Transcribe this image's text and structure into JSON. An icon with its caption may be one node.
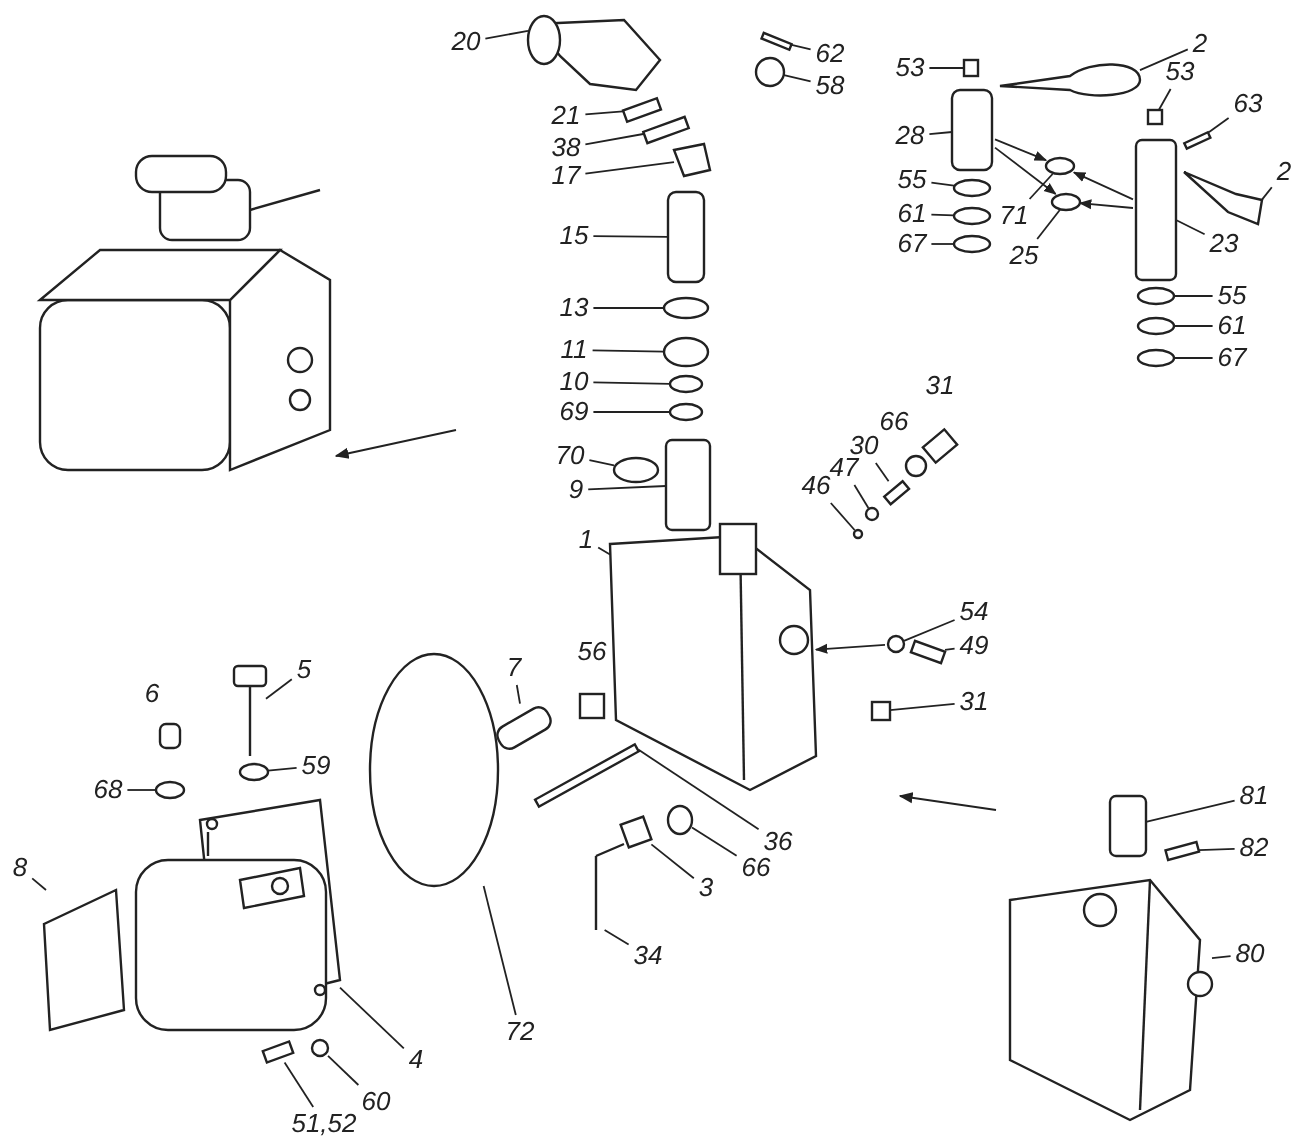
{
  "diagram": {
    "nodes": [
      {
        "text": [
          "20"
        ]
      },
      {
        "text": [
          "62"
        ]
      },
      {
        "text": [
          "58"
        ]
      },
      {
        "text": [
          "21"
        ]
      },
      {
        "text": [
          "38"
        ]
      },
      {
        "text": [
          "17"
        ]
      },
      {
        "text": [
          "15"
        ]
      },
      {
        "text": [
          "13"
        ]
      },
      {
        "text": [
          "11"
        ]
      },
      {
        "text": [
          "10"
        ]
      },
      {
        "text": [
          "69"
        ]
      },
      {
        "text": [
          "70"
        ]
      },
      {
        "text": [
          "9"
        ]
      },
      {
        "text": [
          "1"
        ]
      },
      {
        "text": [
          "53"
        ]
      },
      {
        "text": [
          "2"
        ]
      },
      {
        "text": [
          "28"
        ]
      },
      {
        "text": [
          "55"
        ]
      },
      {
        "text": [
          "61"
        ]
      },
      {
        "text": [
          "67"
        ]
      },
      {
        "text": [
          "71"
        ]
      },
      {
        "text": [
          "25"
        ]
      },
      {
        "text": [
          "53"
        ]
      },
      {
        "text": [
          "63"
        ]
      },
      {
        "text": [
          "2"
        ]
      },
      {
        "text": [
          "23"
        ]
      },
      {
        "text": [
          "55"
        ]
      },
      {
        "text": [
          "61"
        ]
      },
      {
        "text": [
          "67"
        ]
      },
      {
        "text": [
          "30"
        ]
      },
      {
        "text": [
          "47"
        ]
      },
      {
        "text": [
          "46"
        ]
      },
      {
        "text": [
          "54"
        ]
      },
      {
        "text": [
          "49"
        ]
      },
      {
        "text": [
          "31"
        ]
      },
      {
        "text": [
          "5"
        ]
      },
      {
        "text": [
          "59"
        ]
      },
      {
        "text": [
          "68"
        ]
      },
      {
        "text": [
          "7"
        ]
      },
      {
        "text": [
          "36"
        ]
      },
      {
        "text": [
          "66"
        ]
      },
      {
        "text": [
          "3"
        ]
      },
      {
        "text": [
          "34"
        ]
      },
      {
        "text": [
          "72"
        ]
      },
      {
        "text": [
          "8"
        ]
      },
      {
        "text": [
          "4"
        ]
      },
      {
        "text": [
          "60"
        ]
      },
      {
        "text": [
          "51,52"
        ]
      },
      {
        "text": [
          "81"
        ]
      },
      {
        "text": [
          "82"
        ]
      },
      {
        "text": [
          "80"
        ]
      },
      {
        "text": [
          "31"
        ]
      },
      {
        "text": [
          "66"
        ]
      },
      {
        "text": [
          "56"
        ]
      },
      {
        "text": [
          "6"
        ]
      },
      {
        "text": [],
        "shape": "picture"
      },
      {
        "text": [],
        "shape": "box"
      },
      {
        "text": [],
        "shape": "circle"
      },
      {
        "text": [],
        "shape": "box"
      },
      {
        "text": [],
        "shape": "box"
      },
      {
        "text": [],
        "shape": "picture"
      },
      {
        "text": [],
        "shape": "box"
      },
      {
        "text": [],
        "shape": "circle"
      },
      {
        "text": [],
        "shape": "circle"
      },
      {
        "text": [],
        "shape": "circle"
      },
      {
        "text": [],
        "shape": "circle"
      },
      {
        "text": [],
        "shape": "circle"
      },
      {
        "text": [],
        "shape": "box"
      },
      {
        "text": [],
        "shape": "picture"
      },
      {
        "text": [],
        "shape": "box"
      },
      {
        "text": [],
        "shape": "picture"
      },
      {
        "text": [],
        "shape": "box"
      },
      {
        "text": [],
        "shape": "circle"
      },
      {
        "text": [],
        "shape": "circle"
      },
      {
        "text": [],
        "shape": "circle"
      },
      {
        "text": [],
        "shape": "circle"
      },
      {
        "text": [],
        "shape": "circle"
      },
      {
        "text": [],
        "shape": "box"
      },
      {
        "text": [],
        "shape": "box"
      },
      {
        "text": [],
        "shape": "picture"
      },
      {
        "text": [],
        "shape": "box"
      },
      {
        "text": [],
        "shape": "circle"
      },
      {
        "text": [],
        "shape": "circle"
      },
      {
        "text": [],
        "shape": "circle"
      },
      {
        "text": [],
        "shape": "box"
      },
      {
        "text": [],
        "shape": "circle"
      },
      {
        "text": [],
        "shape": "circle"
      },
      {
        "text": [],
        "shape": "circle"
      },
      {
        "text": [],
        "shape": "box"
      },
      {
        "text": [],
        "shape": "box"
      },
      {
        "text": [],
        "shape": "picture"
      },
      {
        "text": [],
        "shape": "circle"
      },
      {
        "text": [],
        "shape": "circle"
      },
      {
        "text": [],
        "shape": "box"
      },
      {
        "text": [],
        "shape": "box"
      },
      {
        "text": [],
        "shape": "circle"
      },
      {
        "text": [],
        "shape": "box"
      },
      {
        "text": [],
        "shape": "picture"
      },
      {
        "text": [],
        "shape": "circle"
      },
      {
        "text": [],
        "shape": "picture"
      },
      {
        "text": [],
        "shape": "picture"
      },
      {
        "text": [],
        "shape": "circle"
      },
      {
        "text": [],
        "shape": "box"
      },
      {
        "text": [],
        "shape": "box"
      },
      {
        "text": [],
        "shape": "box"
      },
      {
        "text": [],
        "shape": "picture"
      }
    ],
    "edges": [
      {
        "from": 0,
        "to": 55,
        "arrow": "none"
      },
      {
        "from": 1,
        "to": 56,
        "arrow": "none"
      },
      {
        "from": 2,
        "to": 57,
        "arrow": "none"
      },
      {
        "from": 3,
        "to": 58,
        "arrow": "none"
      },
      {
        "from": 4,
        "to": 59,
        "arrow": "none"
      },
      {
        "from": 5,
        "to": 60,
        "arrow": "none"
      },
      {
        "from": 6,
        "to": 61,
        "arrow": "none"
      },
      {
        "from": 7,
        "to": 62,
        "arrow": "none"
      },
      {
        "from": 8,
        "to": 63,
        "arrow": "none"
      },
      {
        "from": 9,
        "to": 64,
        "arrow": "none"
      },
      {
        "from": 10,
        "to": 65,
        "arrow": "none"
      },
      {
        "from": 11,
        "to": 66,
        "arrow": "none"
      },
      {
        "from": 12,
        "to": 67,
        "arrow": "none"
      },
      {
        "from": 13,
        "to": 68,
        "arrow": "none"
      },
      {
        "from": 14,
        "to": 69,
        "arrow": "none"
      },
      {
        "from": 15,
        "to": 70,
        "arrow": "none"
      },
      {
        "from": 16,
        "to": 71,
        "arrow": "none"
      },
      {
        "from": 17,
        "to": 72,
        "arrow": "none"
      },
      {
        "from": 18,
        "to": 73,
        "arrow": "none"
      },
      {
        "from": 19,
        "to": 74,
        "arrow": "none"
      },
      {
        "from": 20,
        "to": 75,
        "arrow": "none"
      },
      {
        "from": 21,
        "to": 76,
        "arrow": "none"
      },
      {
        "from": 22,
        "to": 77,
        "arrow": "none"
      },
      {
        "from": 23,
        "to": 78,
        "arrow": "none"
      },
      {
        "from": 24,
        "to": 79,
        "arrow": "none"
      },
      {
        "from": 25,
        "to": 80,
        "arrow": "none"
      },
      {
        "from": 26,
        "to": 81,
        "arrow": "none"
      },
      {
        "from": 27,
        "to": 82,
        "arrow": "none"
      },
      {
        "from": 28,
        "to": 83,
        "arrow": "none"
      },
      {
        "from": 29,
        "to": 84,
        "arrow": "none"
      },
      {
        "from": 30,
        "to": 85,
        "arrow": "none"
      },
      {
        "from": 31,
        "to": 86,
        "arrow": "none"
      },
      {
        "from": 32,
        "to": 87,
        "arrow": "none"
      },
      {
        "from": 33,
        "to": 88,
        "arrow": "none"
      },
      {
        "from": 34,
        "to": 89,
        "arrow": "none"
      },
      {
        "from": 35,
        "to": 90,
        "arrow": "none"
      },
      {
        "from": 36,
        "to": 91,
        "arrow": "none"
      },
      {
        "from": 37,
        "to": 92,
        "arrow": "none"
      },
      {
        "from": 38,
        "to": 93,
        "arrow": "none"
      },
      {
        "from": 39,
        "to": 94,
        "arrow": "none"
      },
      {
        "from": 40,
        "to": 95,
        "arrow": "none"
      },
      {
        "from": 41,
        "to": 96,
        "arrow": "none"
      },
      {
        "from": 42,
        "to": 97,
        "arrow": "none"
      },
      {
        "from": 43,
        "to": 98,
        "arrow": "none"
      },
      {
        "from": 44,
        "to": 99,
        "arrow": "none"
      },
      {
        "from": 45,
        "to": 100,
        "arrow": "none"
      },
      {
        "from": 46,
        "to": 101,
        "arrow": "none"
      },
      {
        "from": 47,
        "to": 102,
        "arrow": "none"
      },
      {
        "from": 48,
        "to": 103,
        "arrow": "none"
      },
      {
        "from": 49,
        "to": 104,
        "arrow": "none"
      },
      {
        "from": 50,
        "to": 105,
        "arrow": "none"
      },
      {
        "from": 71,
        "to": 75,
        "arrow": "to"
      },
      {
        "from": 71,
        "to": 76,
        "arrow": "to"
      },
      {
        "from": 80,
        "to": 75,
        "arrow": "to"
      },
      {
        "from": 80,
        "to": 76,
        "arrow": "to"
      },
      {
        "from": 87,
        "to": 68,
        "arrow": "to"
      }
    ]
  }
}
